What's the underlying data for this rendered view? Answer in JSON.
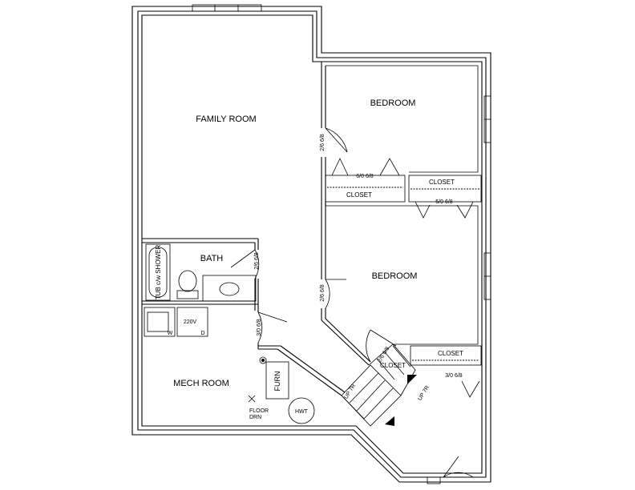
{
  "rooms": {
    "family_room": "FAMILY ROOM",
    "bedroom_upper": "BEDROOM",
    "bedroom_lower": "BEDROOM",
    "bath": "BATH",
    "mech_room": "MECH ROOM"
  },
  "closets": {
    "closet_a": "CLOSET",
    "closet_b": "CLOSET",
    "closet_c": "CLOSET",
    "closet_d": "CLOSET"
  },
  "doors": {
    "family_to_hall": "2/6 6/8",
    "closet_bifold_a": "6/0 6/8",
    "closet_bifold_b": "5/0 6/8",
    "bath_door": "2/6 6/8",
    "bedroom_lower_door": "2/6 6/8",
    "mech_door": "3/0 6/8",
    "stair_closet_door": "2/6 6/8",
    "closet_bifold_c": "3/0 6/8"
  },
  "fixtures": {
    "tub": "TUB c/w SHOWER",
    "dryer_circuit": "220V",
    "washer": "W",
    "dryer": "D",
    "furnace": "FURN",
    "water_heater": "HWT",
    "floor_drain_line1": "FLOOR",
    "floor_drain_line2": "DRN"
  },
  "stairs": {
    "up_left": "UP 7R",
    "up_right": "UP 7R"
  }
}
